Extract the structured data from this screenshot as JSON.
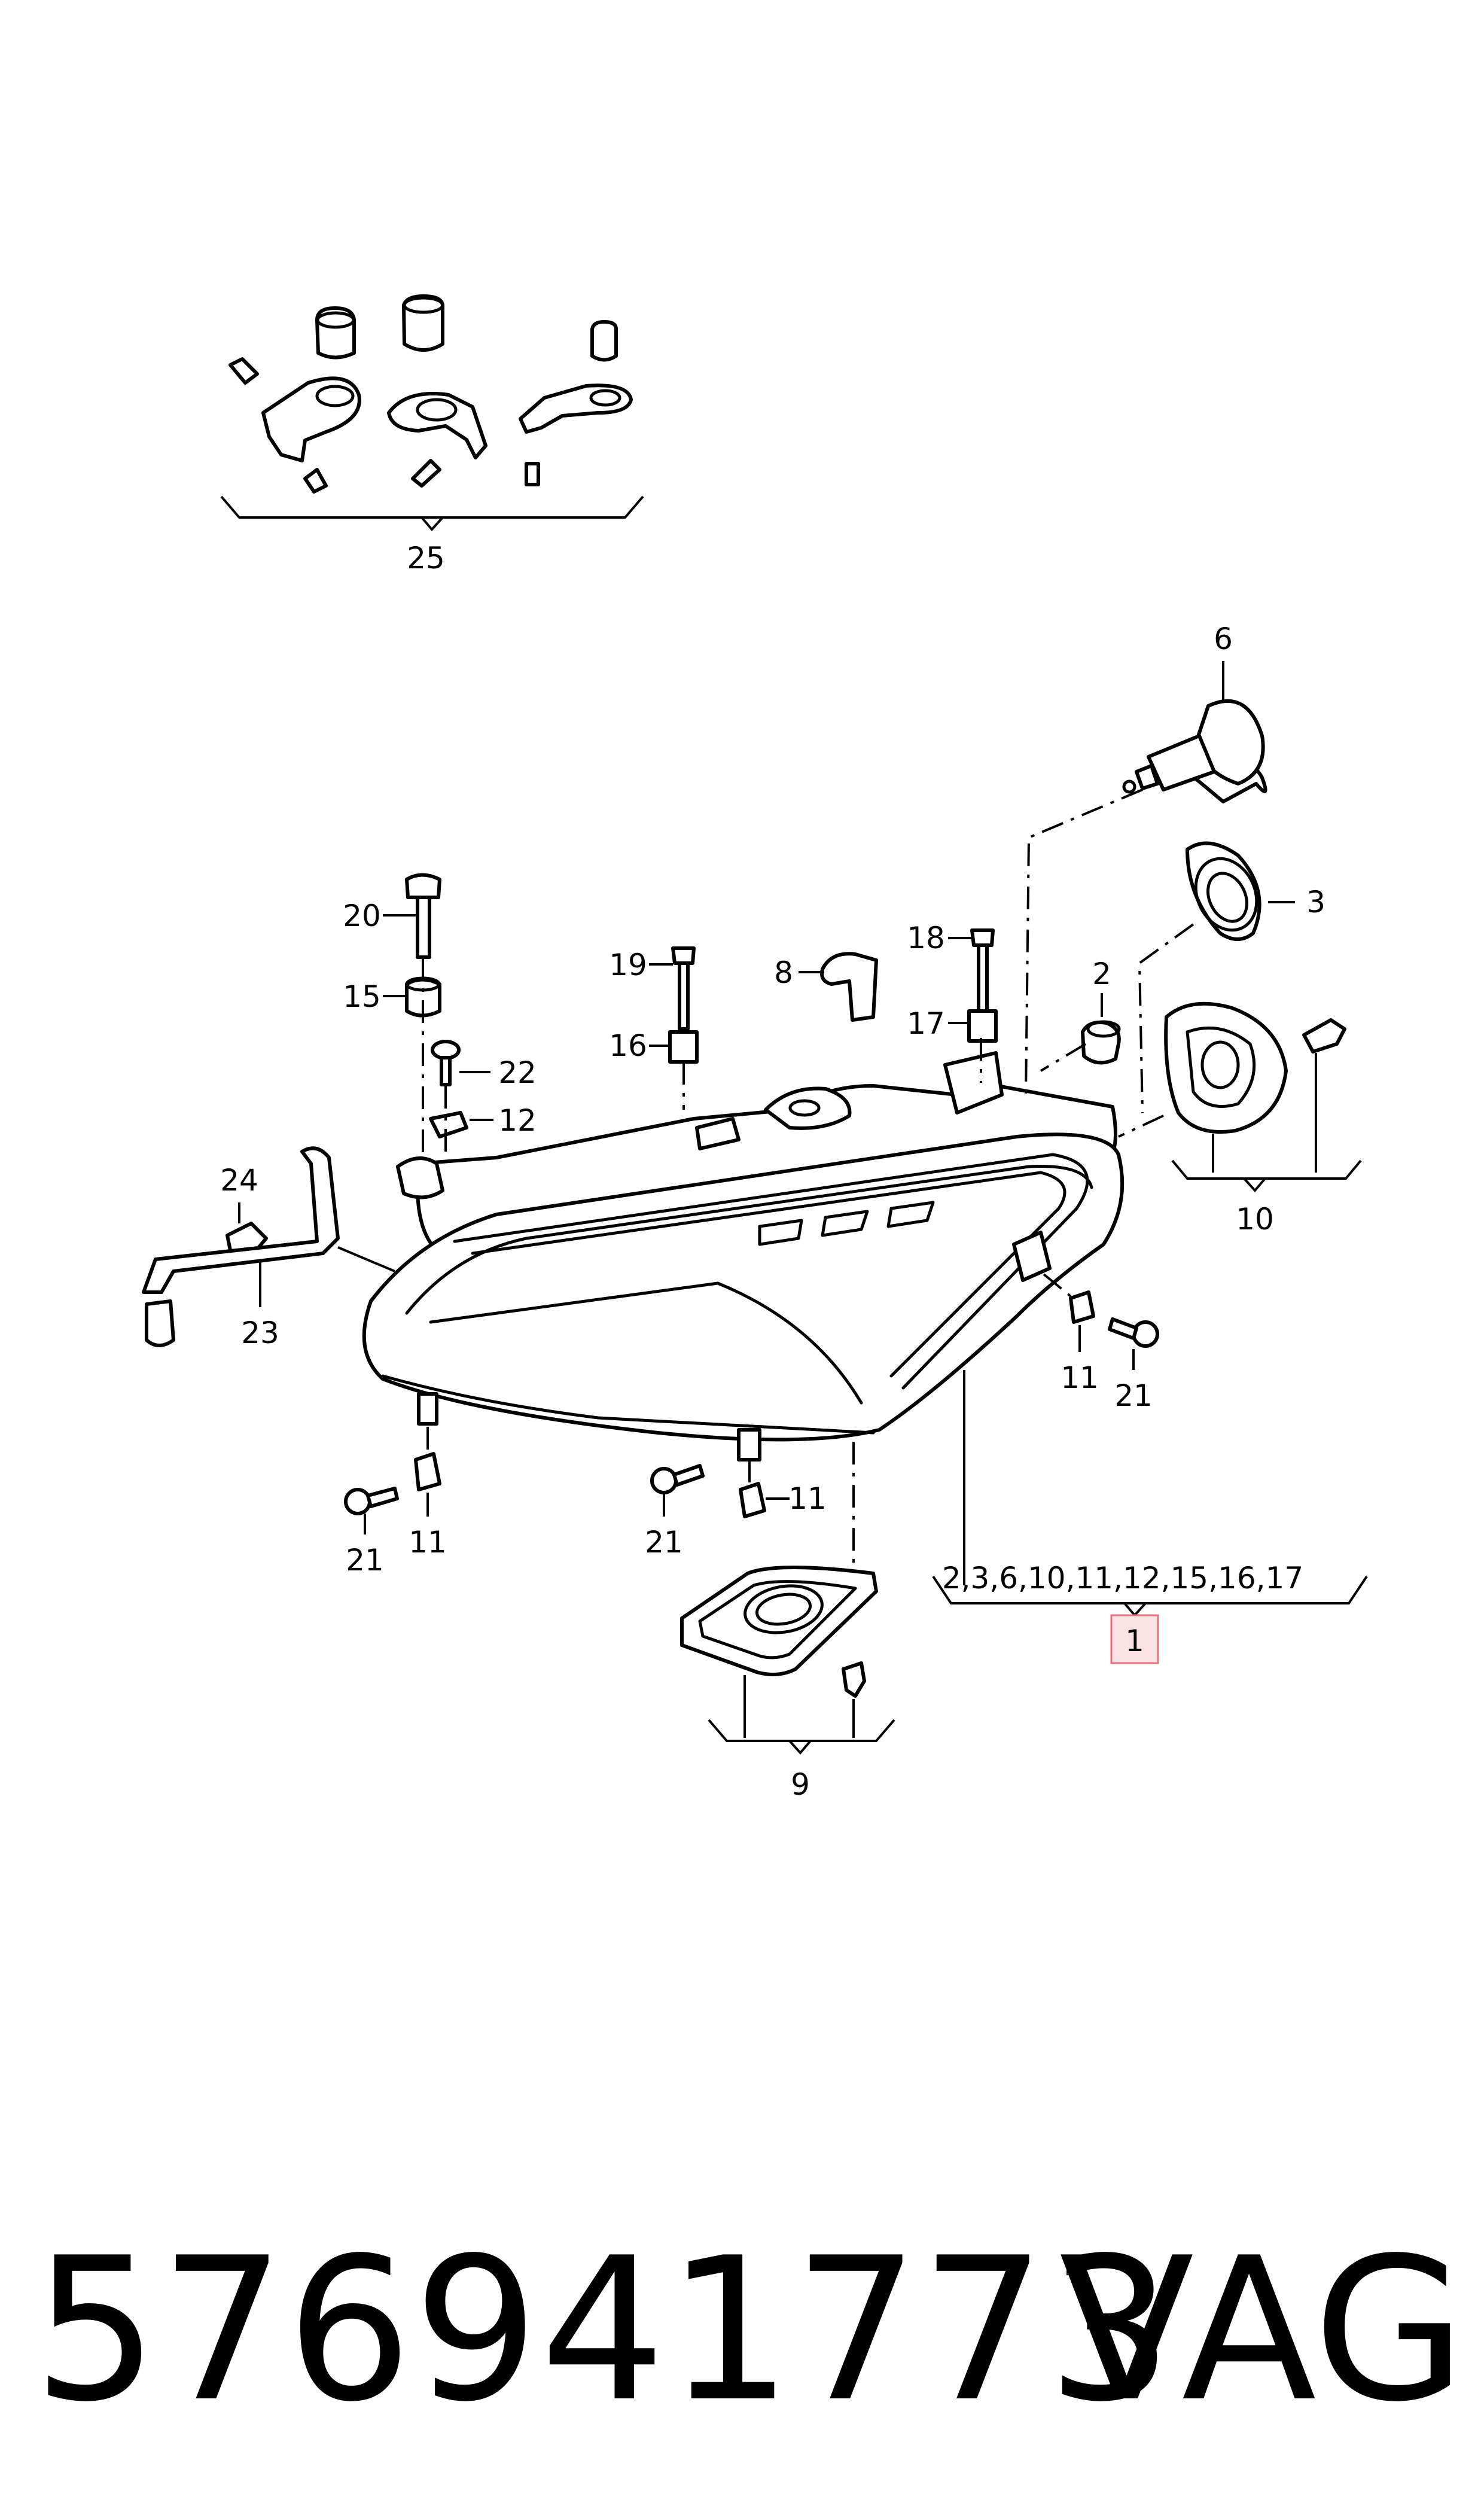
{
  "callouts": {
    "c25": "25",
    "c6": "6",
    "c3": "3",
    "c2": "2",
    "c8": "8",
    "c18": "18",
    "c19": "19",
    "c17": "17",
    "c16": "16",
    "c20": "20",
    "c15": "15",
    "c22": "22",
    "c12": "12",
    "c24": "24",
    "c23": "23",
    "c10": "10",
    "c11a": "11",
    "c21a": "21",
    "c11b": "11",
    "c21b": "21",
    "c11c": "11",
    "c21c": "21",
    "c9": "9",
    "c1": "1",
    "c1_components": "2,3,6,10,11,12,15,16,17"
  },
  "footer": {
    "part_number": "576941773",
    "brand": "VAG"
  },
  "colors": {
    "line": "#000000",
    "highlight_fill": "#fbe3e5",
    "highlight_stroke": "#e6707c"
  }
}
